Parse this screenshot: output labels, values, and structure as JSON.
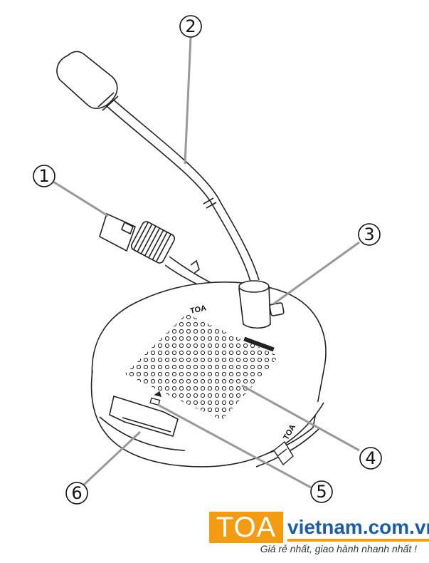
{
  "callouts": [
    {
      "id": "1",
      "label": "①"
    },
    {
      "id": "2",
      "label": "②"
    },
    {
      "id": "3",
      "label": "③"
    },
    {
      "id": "4",
      "label": "④"
    },
    {
      "id": "5",
      "label": "⑤"
    },
    {
      "id": "6",
      "label": "⑥"
    }
  ],
  "device": {
    "brand_mark": "TOA",
    "rear_mark": "TOA"
  },
  "logo": {
    "box_text": "TOA",
    "domain": "vietnam.com.vn",
    "slogan": "Giá rẻ nhất, giao hành nhanh nhất !"
  },
  "colors": {
    "line": "#222222",
    "logo_orange": "#f39c12",
    "logo_blue": "#1a5ea8"
  }
}
